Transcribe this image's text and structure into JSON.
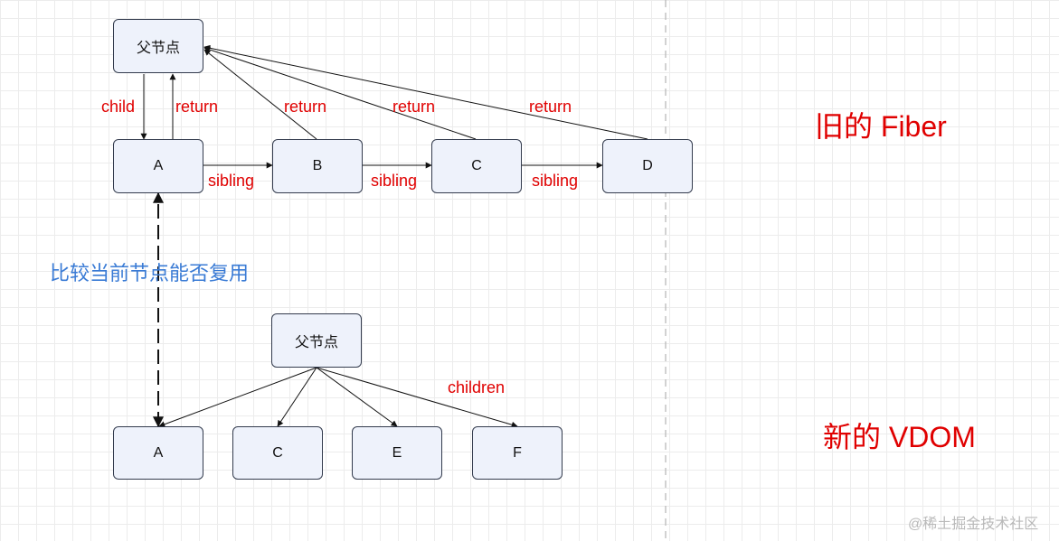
{
  "fiber": {
    "title": "旧的 Fiber",
    "parent": "父节点",
    "nodes": {
      "a": "A",
      "b": "B",
      "c": "C",
      "d": "D"
    },
    "edge_labels": {
      "child": "child",
      "return": "return",
      "sibling": "sibling"
    }
  },
  "vdom": {
    "title": "新的 VDOM",
    "parent": "父节点",
    "nodes": {
      "a": "A",
      "c": "C",
      "e": "E",
      "f": "F"
    },
    "edge_label": "children"
  },
  "compare_label": "比较当前节点能否复用",
  "watermark": "@稀土掘金技术社区",
  "colors": {
    "label_red": "#e00000",
    "label_blue": "#3a7bd5",
    "node_fill": "#eef2fb",
    "node_border": "#333b4d"
  }
}
